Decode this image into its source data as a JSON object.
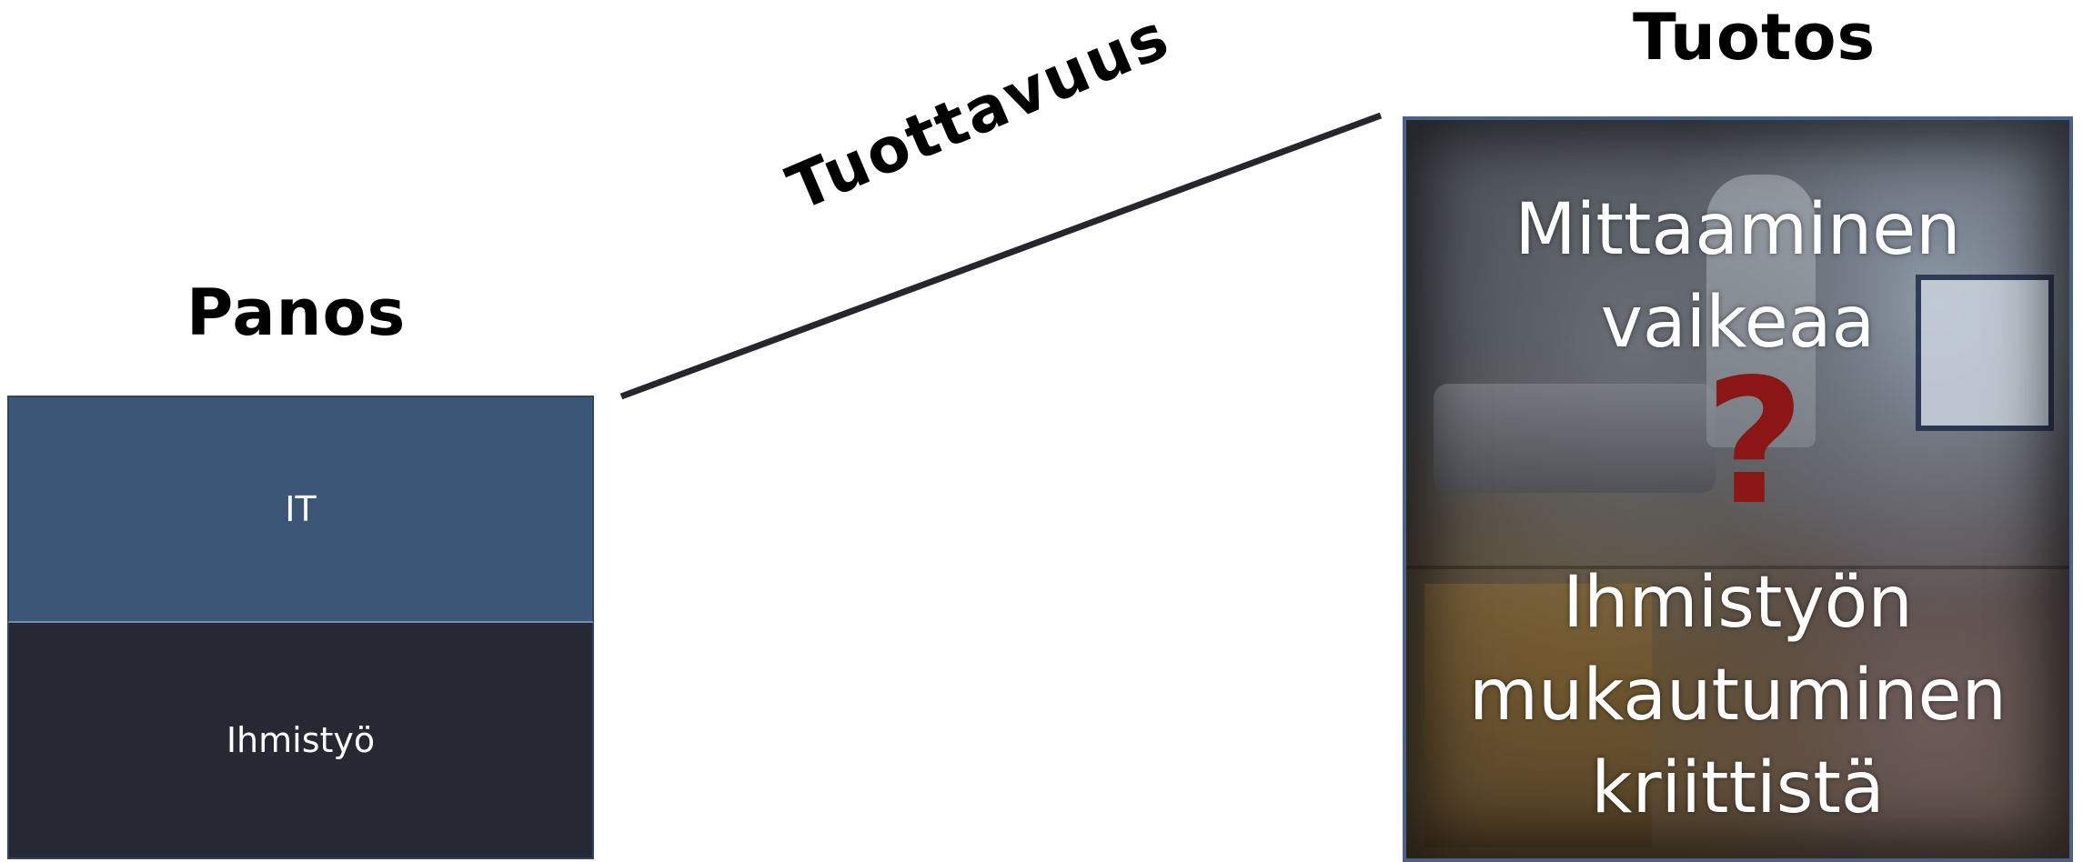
{
  "input": {
    "title": "Panos",
    "blocks": [
      "IT",
      "Ihmistyö"
    ],
    "colors": {
      "it": "#3b5676",
      "human": "#262834"
    }
  },
  "productivity": {
    "label": "Tuottavuus",
    "line_color": "#26262e"
  },
  "output": {
    "title": "Tuotos",
    "measurement_text": [
      "Mittaaminen",
      "vaikeaa"
    ],
    "question_mark": "?",
    "question_color": "#8a1616",
    "adaptation_text": [
      "Ihmistyön",
      "mukautuminen",
      "kriittistä"
    ],
    "background_image": "hospital-collage"
  }
}
